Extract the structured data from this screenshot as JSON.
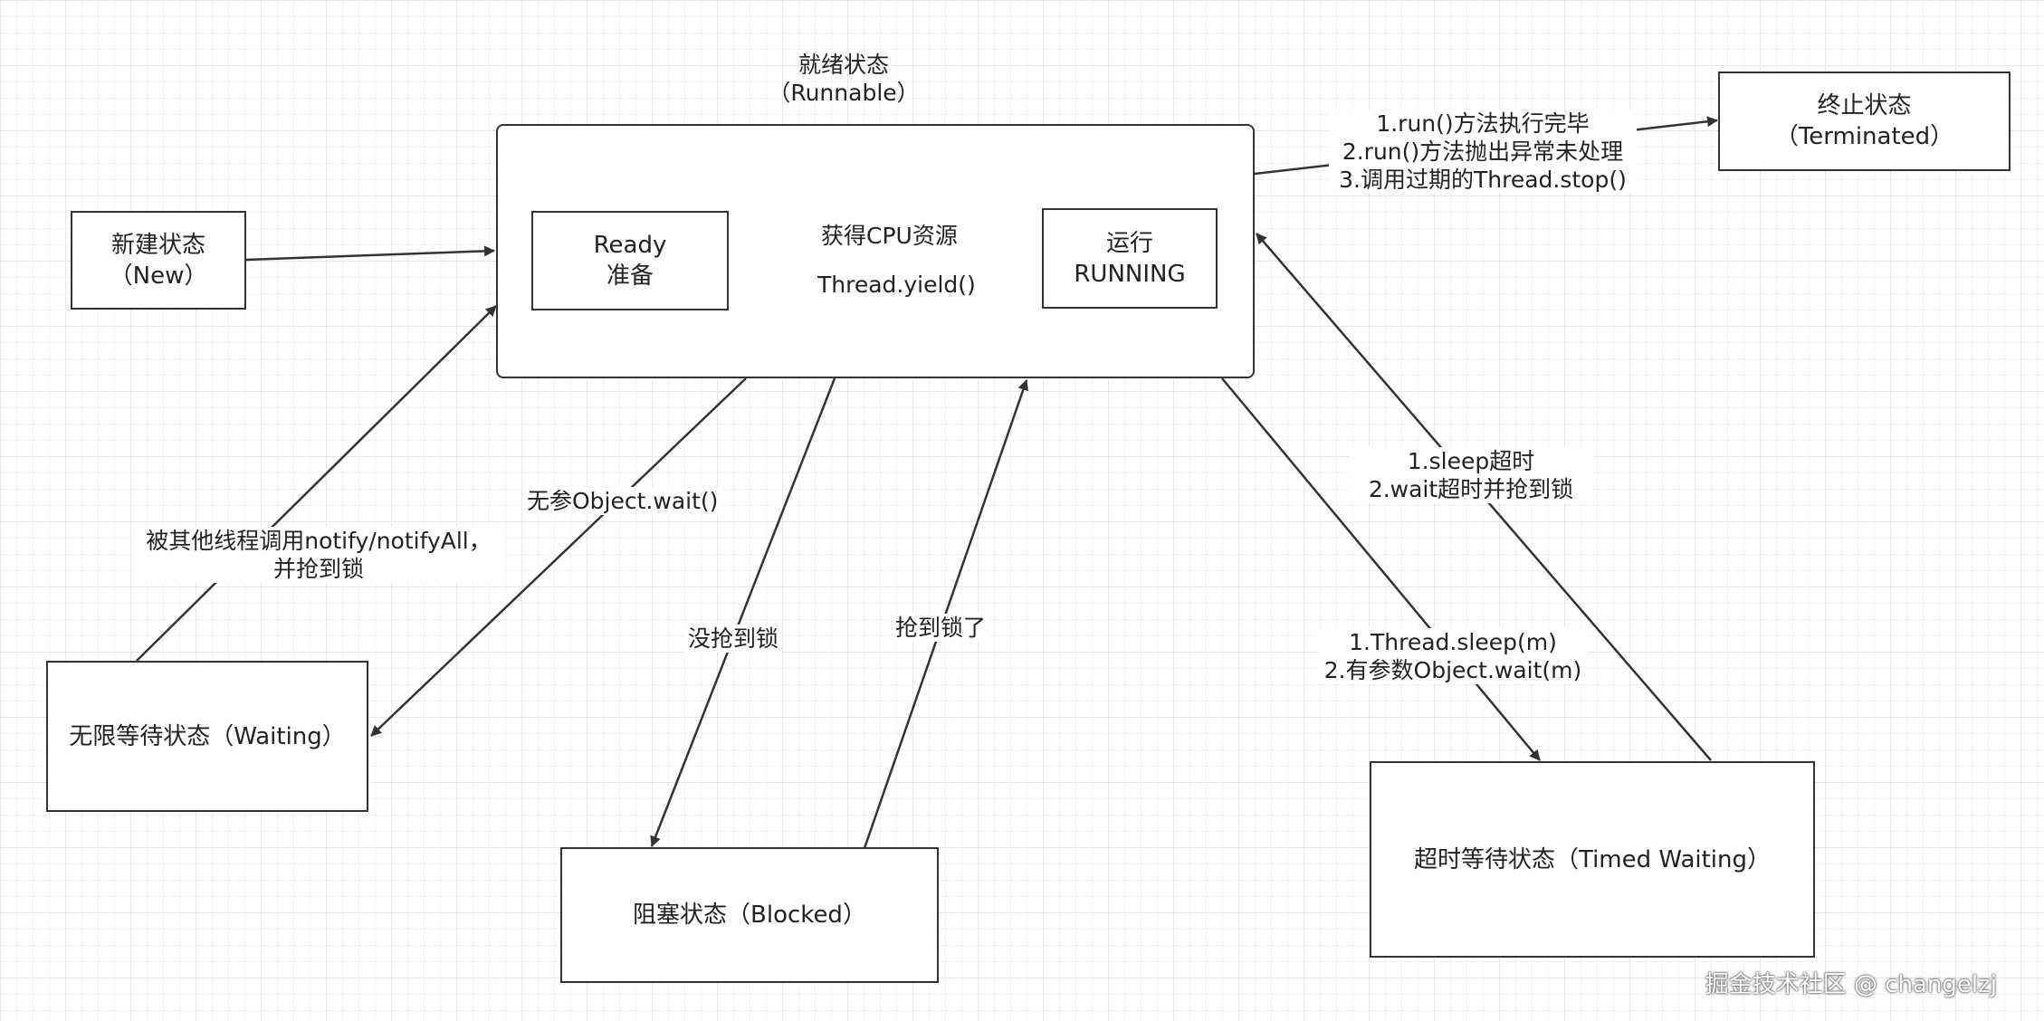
{
  "states": {
    "runnable_title": [
      "就绪状态",
      "（Runnable）"
    ],
    "new": [
      "新建状态",
      "（New）"
    ],
    "ready": [
      "Ready",
      "准备"
    ],
    "running": [
      "运行",
      "RUNNING"
    ],
    "terminated": [
      "终止状态",
      "（Terminated）"
    ],
    "waiting": "无限等待状态（Waiting）",
    "blocked": "阻塞状态（Blocked）",
    "timed_waiting": "超时等待状态（Timed Waiting）"
  },
  "transitions": {
    "get_cpu": "获得CPU资源",
    "yield": "Thread.yield()",
    "terminate": [
      "1.run()方法执行完毕",
      "2.run()方法抛出异常未处理",
      "3.调用过期的Thread.stop()"
    ],
    "notify": [
      "被其他线程调用notify/notifyAll，",
      "并抢到锁"
    ],
    "wait_no_arg": "无参Object.wait()",
    "no_lock": "没抢到锁",
    "got_lock": "抢到锁了",
    "to_timed": [
      "1.Thread.sleep(m)",
      "2.有参数Object.wait(m)"
    ],
    "from_timed": [
      "1.sleep超时",
      "2.wait超时并抢到锁"
    ]
  },
  "watermark": "掘金技术社区 @ changelzj"
}
